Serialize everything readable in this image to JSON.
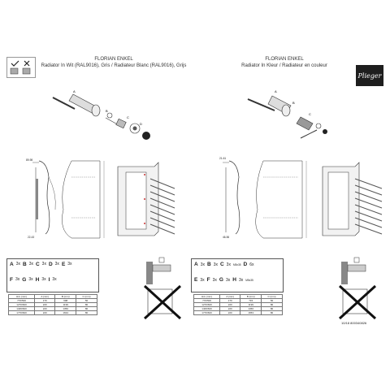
{
  "left_page": {
    "heading": "FLORIAN ENKEL",
    "subtitle": "Radiator In Wit (RAL9016), Gris / Radiateur Blanc (RAL9016), Grijs",
    "dims": {
      "top": "89-98",
      "bottom": "22-43"
    },
    "parts": [
      {
        "letter": "A",
        "qty": "3x"
      },
      {
        "letter": "B",
        "qty": "3x"
      },
      {
        "letter": "C",
        "qty": "3x"
      },
      {
        "letter": "D",
        "qty": "3x"
      },
      {
        "letter": "E",
        "qty": "3x"
      },
      {
        "letter": "F",
        "qty": "3x"
      },
      {
        "letter": "G",
        "qty": "3x"
      },
      {
        "letter": "H",
        "qty": "3x"
      },
      {
        "letter": "I",
        "qty": "3x"
      }
    ],
    "table": {
      "headers": [
        "HxL (mm)",
        "A (mm)",
        "B (mm)",
        "C (mm)"
      ],
      "rows": [
        [
          "770/500",
          "170",
          "698",
          "50"
        ],
        [
          "1270/600",
          "220",
          "1199",
          "80"
        ],
        [
          "1406/600",
          "220",
          "1350",
          "80"
        ],
        [
          "1770/600",
          "220",
          "1634",
          "80"
        ]
      ]
    }
  },
  "right_page": {
    "heading": "FLORIAN ENKEL",
    "subtitle": "Radiator In Kleur / Radiateur en couleur",
    "logo_text": "Plieger",
    "dims": {
      "top": "21-61",
      "bottom": "46-56"
    },
    "parts": [
      {
        "letter": "A",
        "qty": "3x"
      },
      {
        "letter": "B",
        "qty": "3x"
      },
      {
        "letter": "C",
        "qty": "3x",
        "note": "M5x35"
      },
      {
        "letter": "D",
        "qty": "6x"
      },
      {
        "letter": "E",
        "qty": "3x"
      },
      {
        "letter": "F",
        "qty": "3x"
      },
      {
        "letter": "G",
        "qty": "3x"
      },
      {
        "letter": "H",
        "qty": "3x",
        "note": "M5x35"
      }
    ],
    "table": {
      "headers": [
        "HxL (mm)",
        "A (mm)",
        "B (mm)",
        "C (mm)"
      ],
      "rows": [
        [
          "770/500",
          "170",
          "715",
          "50"
        ],
        [
          "1270/600",
          "220",
          "1199",
          "80"
        ],
        [
          "1406/600",
          "220",
          "1366",
          "80"
        ],
        [
          "1770/600",
          "220",
          "1653",
          "80"
        ]
      ]
    },
    "footer_code": "10/18  800340826"
  },
  "icon_names": [
    "tools-icon",
    "wrench-icon",
    "screw-icon",
    "drill-icon",
    "warning-cross-icon",
    "wall-mount-icon"
  ]
}
